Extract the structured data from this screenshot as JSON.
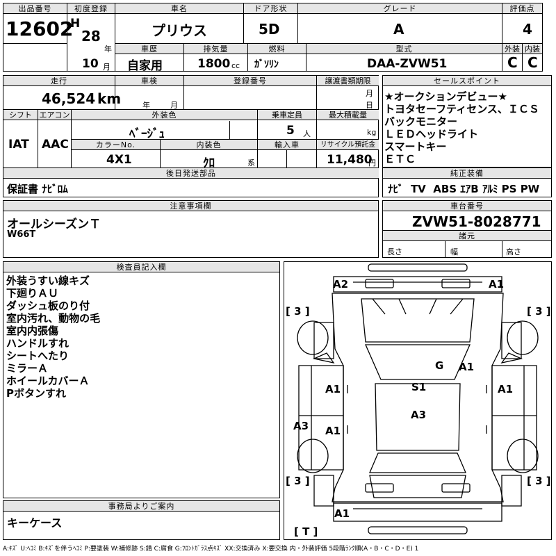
{
  "header": {
    "lot_label": "出品番号",
    "lot": "12602",
    "first_reg_label": "初度登録",
    "era": "H",
    "year": "28",
    "year_unit": "年",
    "month": "10",
    "month_unit": "月",
    "car_name_label": "車名",
    "car_name": "プリウス",
    "door_label": "ドア形状",
    "door": "5D",
    "grade_label": "グレード",
    "grade": "A",
    "score_label": "評価点",
    "score": "4",
    "history_label": "車歴",
    "history": "自家用",
    "displacement_label": "排気量",
    "displacement": "1800",
    "cc": "cc",
    "fuel_label": "燃料",
    "fuel": "ｶﾞｿﾘﾝ",
    "model_label": "型式",
    "model": "DAA-ZVW51",
    "exterior_label": "外装",
    "exterior": "C",
    "interior_label": "内装",
    "interior": "C"
  },
  "row2": {
    "mileage_label": "走行",
    "mileage": "46,524",
    "km": "km",
    "inspection_label": "車検",
    "year_unit": "年",
    "month_unit": "月",
    "reg_no_label": "登録番号",
    "transfer_label": "譲渡書類期限",
    "month_unit2": "月",
    "day_unit": "日",
    "shift_label": "シフト",
    "shift": "IAT",
    "ac_label": "エアコン",
    "ac": "AAC",
    "ext_color_label": "外装色",
    "ext_color": "ﾍﾞｰｼﾞｭ",
    "capacity_label": "乗車定員",
    "capacity": "5",
    "person_unit": "人",
    "load_label": "最大積載量",
    "kg": "kg",
    "color_no_label": "カラーNo.",
    "color_no": "4X1",
    "int_color_label": "内装色",
    "int_color": "ｸﾛ",
    "int_unit": "系",
    "import_label": "輸入車",
    "recycle_label": "リサイクル預託金",
    "recycle": "11,480",
    "yen": "円",
    "later_label": "後日発送部品",
    "later": "保証書 ﾅﾋﾞﾛﾑ"
  },
  "sales_points": {
    "label": "セールスポイント",
    "items": [
      "★オークションデビュー★",
      "トヨタセーフティセンス、ＩＣＳ",
      "バックモニター",
      "ＬＥＤヘッドライト",
      "スマートキー",
      "ＥＴＣ"
    ]
  },
  "equipment": {
    "label": "純正装備",
    "items": "ﾅﾋﾞ  TV  ABS ｴｱB ｱﾙﾐ PS PW"
  },
  "notes": {
    "label": "注意事項欄",
    "lines": [
      "オールシーズンＴ",
      "W66T"
    ]
  },
  "chassis": {
    "label": "車台番号",
    "value": "ZVW51-8028771",
    "spec_label": "諸元",
    "length": "長さ",
    "width": "幅",
    "height": "高さ"
  },
  "inspector": {
    "label": "検査員記入欄",
    "lines": [
      "外装うすい線キズ",
      "下廻りＡＵ",
      "ダッシュ板のり付",
      "室内汚れ、動物の毛",
      "室内内張傷",
      "ハンドルすれ",
      "シートへたり",
      "ミラーＡ",
      "ホイールカバーＡ",
      "Pボタンすれ"
    ]
  },
  "office": {
    "label": "事務局よりご案内",
    "text": "キーケース"
  },
  "diagram_marks": {
    "a2": "A2",
    "a1_top": "A1",
    "tire_tl": "[ 3 ]",
    "tire_tr": "[ 3 ]",
    "g": "G",
    "a1_g": "A1",
    "a1_left": "A1",
    "s1": "S1",
    "a1_right": "A1",
    "a3_roof": "A3",
    "a3_left": "A3",
    "a1_left2": "A1",
    "tire_bl": "[ 3 ]",
    "tire_br": "[ 3 ]",
    "a1_bottom": "A1",
    "tire_t": "[ T ]"
  },
  "legend": "A:ｷｽﾞ U:ﾍｺﾐ B:ｷｽﾞを伴うﾍｺﾐ P:要塗装 W:補修跡 S:錆 C:腐食 G:ﾌﾛﾝﾄｶﾞﾗｽ点ｷｽﾞ XX:交換済み X:要交換  内・外装評価 5段階ﾗﾝｸ順(A・B・C・D・E) 1"
}
